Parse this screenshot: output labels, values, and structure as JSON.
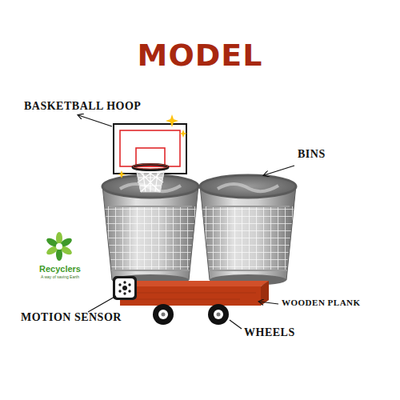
{
  "diagram": {
    "title": "MODEL",
    "labels": [
      "BASKETBALL HOOP",
      "BINS",
      "Recyclers",
      "A way of saving Earth",
      "MOTION SENSOR",
      "WOODEN PLANK",
      "WHEELS"
    ]
  }
}
